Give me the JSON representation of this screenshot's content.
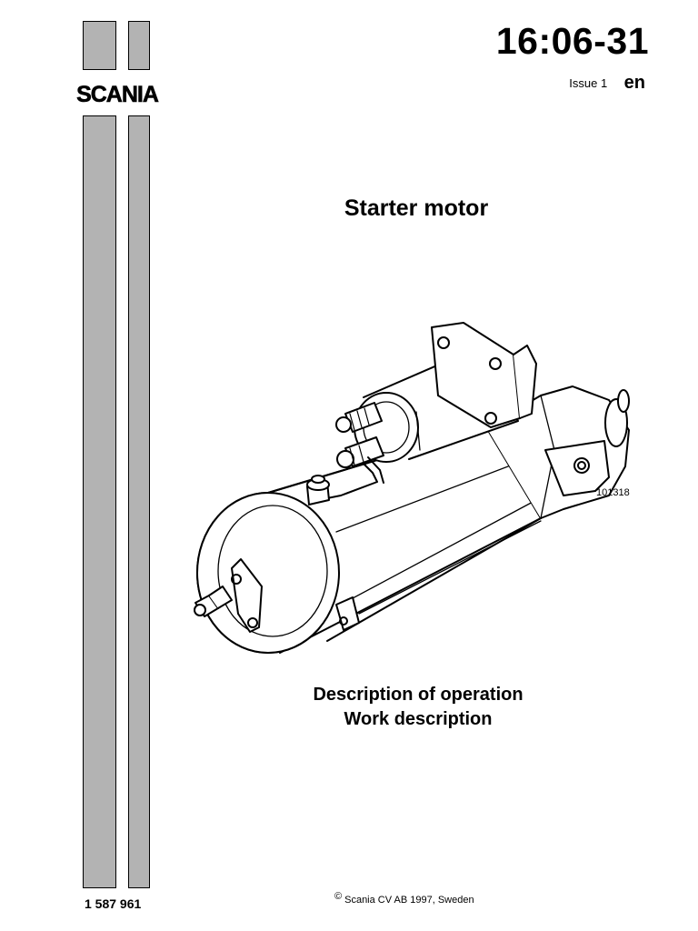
{
  "header": {
    "brand": "SCANIA",
    "document_number": "16:06-31",
    "issue": "Issue 1",
    "language": "en"
  },
  "title": "Starter motor",
  "figure": {
    "number": "101318",
    "subject": "starter-motor"
  },
  "subtitles": {
    "line1": "Description of operation",
    "line2": "Work description"
  },
  "footer": {
    "part_number": "1 587 961",
    "copyright_symbol": "©",
    "copyright": "Scania CV AB 1997, Sweden"
  },
  "colors": {
    "bar_fill": "#b3b3b3",
    "ink": "#000000",
    "paper": "#ffffff"
  }
}
